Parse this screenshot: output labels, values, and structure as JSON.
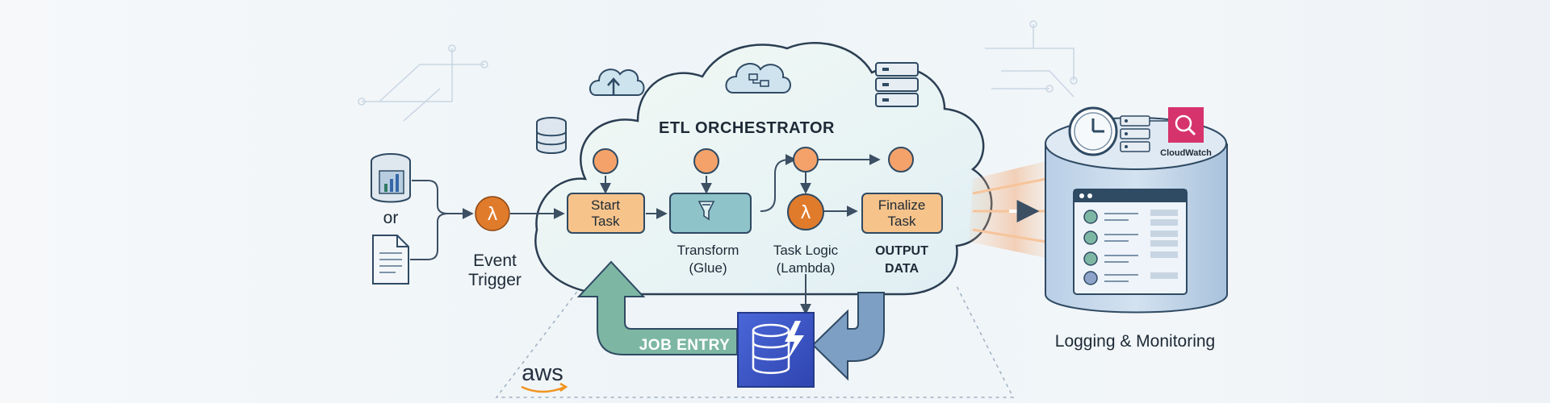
{
  "diagram": {
    "title": "ETL ORCHESTRATOR",
    "source_separator": "or",
    "event_trigger": [
      "Event",
      "Trigger"
    ],
    "start_task": [
      "Start",
      "Task"
    ],
    "transform": [
      "Transform",
      "(Glue)"
    ],
    "task_logic": [
      "Task Logic",
      "(Lambda)"
    ],
    "finalize_task": [
      "Finalize",
      "Task"
    ],
    "output_data": [
      "OUTPUT",
      "DATA"
    ],
    "job_entry": "JOB ENTRY",
    "cloudwatch": "CloudWatch",
    "logging": "Logging & Monitoring",
    "aws_logo": "aws"
  },
  "colors": {
    "lambda_orange": "#e07b2c",
    "start_box": "#f6c38b",
    "transform_box": "#8ec3c9",
    "finalize_box": "#f6c38b",
    "dynamo_blue": "#3f58c9",
    "arrow_blue": "#7e9fc4",
    "arrow_green": "#7db7a4",
    "cloudwatch_pink": "#d6336c"
  },
  "icons": [
    "database-icon",
    "document-icon",
    "lambda-icon",
    "cloud-upload-icon",
    "cloud-workflow-icon",
    "server-rack-icon",
    "dynamodb-icon",
    "clock-icon",
    "cloudwatch-icon",
    "dashboard-icon",
    "database-small-icon"
  ]
}
